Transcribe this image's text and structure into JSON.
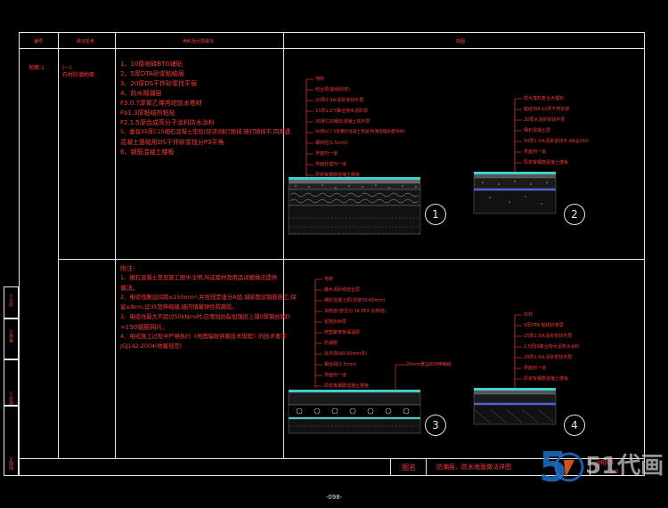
{
  "header": {
    "col1": "编号",
    "col2": "做法名称",
    "col3": "用料及分层做法",
    "col4": "简图"
  },
  "row1": {
    "id": "地面-1",
    "name_line1": "(一)",
    "name_line2": "石材防潮地面",
    "steps": [
      "1、10厚地砖BTG铺贴",
      "2、5厚DTA砂浆粘结层",
      "3、20厚DS干拌砂浆找平层",
      "4、防水隔潮层",
      "   F3.0.7厚聚乙烯丙纶防水卷材",
      "        Fb1.3厚粘结剂粘贴",
      "   F2.1.5厚合成高分子涂料防水涂料",
      "5、垂直35厚C15细石混凝土垫层(现浇)随打随抹,随打随抹平,四周遇",
      "   混凝土基础用DS干拌砂浆找分P3平角",
      "6、钢筋混凝土楼板"
    ]
  },
  "row2": {
    "notes": [
      "附注:",
      "1、细石混凝土垫层施工图中注明,所选管材及用品详细做法提供",
      "   做法。",
      "2、电缆线敷设间距≤150mm²,并按规定值分A组,铺装面层钢筋施工,保",
      "   留≤8cm,设35宽伸缩缝,缝内填塞弹性防腐胶。",
      "3、电缆线最大不超过50kN/m时,应增加抗裂加强层上铺0厚钢丝网D",
      "   =150钢筋网片。",
      "4、电缆施工过程中严格执行《地面辐射供暖技术规程》的技术要求",
      "   JGJ142-2004(地暖规范)"
    ]
  },
  "diagram1": {
    "num": "1",
    "labels": [
      "地砖",
      "结合层(粘结砂浆)",
      "20厚1:3水泥砂浆找平层",
      "15厚1:2.5聚合物水泥砂浆",
      "30厚C20细石混凝土找平层",
      "80厚LC7.5轻集料混凝土垫层(防潮处理表面涂刷)",
      "细石砼(1.5mm)",
      "界面剂一道",
      "界面处理剂一道",
      "原浆板钢筋混凝土楼板"
    ]
  },
  "diagram2": {
    "num": "2",
    "labels": [
      "防大理石复合大理石",
      "粘结剂8-12厚干拌砂浆",
      "20厚水泥砂浆找平层",
      "细石混凝土层",
      "50厚1:3水泥砂浆找平,A6@150",
      "界面剂一道",
      "原浆板钢筋混凝土楼板"
    ]
  },
  "diagram3": {
    "num": "3",
    "callout": "20mm宽@600伸缩缝",
    "labels": [
      "地砖",
      "撒水泥砂浆结合层",
      "细石混凝土层(厚度50-60mm)",
      "加热管(管径为 16 PEX 加热管)",
      "铝箔反射层",
      "挤塑聚苯板保温层",
      "防潮层",
      "找平层(60-50mm厚)",
      "钢丝网(1.5mm)",
      "界面剂一道",
      "原浆板钢筋混凝土楼板"
    ]
  },
  "diagram4": {
    "num": "4",
    "labels": [
      "石材",
      "5厚DTA 粘结砂浆层",
      "15厚1:3水泥砂浆找平层",
      "1.5厚JS聚合物水泥防水涂料",
      "20厚1:3水泥砂浆找平层",
      "界面剂一道",
      "原浆板钢筋混凝土楼板"
    ]
  },
  "titleblock": {
    "label": "图名",
    "title": "防潮层、防水地面做法详图",
    "code": "JJ6J01",
    "sub": "2.2"
  },
  "sidebar": {
    "cells": [
      "审核人",
      "校对人",
      "设计人",
      "制图人"
    ]
  },
  "page_number": "-098-",
  "watermark": "51代画",
  "colors": {
    "background": "#000000",
    "line": "#e8e8e8",
    "text": "#ff3b3b",
    "cyan": "#3fd0d0",
    "blue": "#4b5cff"
  }
}
